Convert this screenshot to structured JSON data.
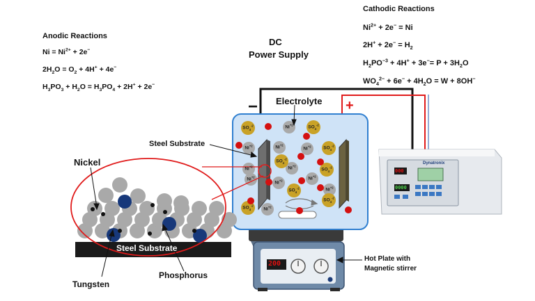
{
  "power_supply": {
    "line1": "DC",
    "line2": "Power Supply",
    "minus": "−",
    "plus": "+"
  },
  "anodic": {
    "title": "Anodic Reactions",
    "eq1": [
      "Ni = Ni",
      "2+",
      " + 2e",
      "−"
    ],
    "eq2": [
      "2H",
      "2",
      "O = O",
      "2",
      " + 4H",
      "+",
      " + 4e",
      "−"
    ],
    "eq3": [
      "H",
      "3",
      "PO",
      "3",
      " + H",
      "2",
      "O = H",
      "3",
      "PO",
      "4",
      " + 2H",
      "+",
      " + 2e",
      "−"
    ]
  },
  "cathodic": {
    "title": "Cathodic Reactions",
    "eq1": [
      "Ni",
      "2+",
      " + 2e",
      "−",
      " = Ni"
    ],
    "eq2": [
      "2H",
      "+",
      " + 2e",
      "−",
      " = H",
      "2"
    ],
    "eq3": [
      "H",
      "2",
      "PO",
      "−3",
      " + 4H",
      "+",
      " + 3e",
      "−",
      "= P + 3H",
      "2",
      "O"
    ],
    "eq4": [
      "WO",
      "4",
      "2−",
      " + 6e",
      "−",
      " + 4H",
      "2",
      "O = W + 8OH",
      "−"
    ]
  },
  "labels": {
    "electrolyte": "Electrolyte",
    "steel_substrate": "Steel Substrate",
    "nickel": "Nickel",
    "substrate_bar": "Steel Substrate",
    "tungsten": "Tungsten",
    "phosphorus": "Phosphorus",
    "hot_plate": [
      "Hot Plate with",
      "Magnetic stirrer"
    ]
  },
  "ions": {
    "ni": "Ni",
    "ni_charge": "+2",
    "so4": "SO",
    "so4_sub": "4",
    "so4_charge": "-2"
  },
  "hotplate_display": "200",
  "ps_display_top": "000",
  "ps_display_mid": "0000",
  "ps_brand": "Dynatronix",
  "colors": {
    "bath": "#cfe3f7",
    "bath_border": "#2f7fd0",
    "ni_ion": "#a9a9a9",
    "so4_ion": "#c9a227",
    "red_ion": "#d41010",
    "tungsten": "#17387a",
    "highlight": "#e01b1b",
    "substrate": "#1b1b1b",
    "anode": "#6b6240",
    "cathode": "#6f6f6f",
    "display": "#e01010"
  }
}
